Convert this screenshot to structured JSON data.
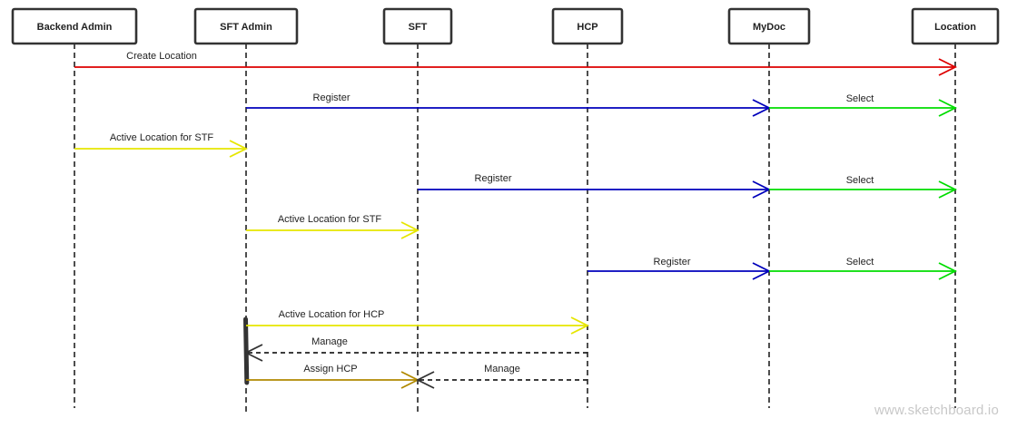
{
  "diagram": {
    "actors": [
      {
        "id": "backend_admin",
        "label": "Backend Admin"
      },
      {
        "id": "sft_admin",
        "label": "SFT Admin"
      },
      {
        "id": "sft",
        "label": "SFT"
      },
      {
        "id": "hcp",
        "label": "HCP"
      },
      {
        "id": "mydoc",
        "label": "MyDoc"
      },
      {
        "id": "location",
        "label": "Location"
      }
    ],
    "messages": [
      {
        "from": "backend_admin",
        "to": "location",
        "label": "Create Location",
        "style": "solid",
        "color": "#dd0000"
      },
      {
        "from": "sft_admin",
        "to": "mydoc",
        "label": "Register",
        "style": "solid",
        "color": "#0000bb"
      },
      {
        "from": "mydoc",
        "to": "location",
        "label": "Select",
        "style": "solid",
        "color": "#00dd00"
      },
      {
        "from": "backend_admin",
        "to": "sft_admin",
        "label": "Active Location for STF",
        "style": "solid",
        "color": "#e6e600"
      },
      {
        "from": "sft",
        "to": "mydoc",
        "label": "Register",
        "style": "solid",
        "color": "#0000bb"
      },
      {
        "from": "mydoc",
        "to": "location",
        "label": "Select",
        "style": "solid",
        "color": "#00dd00"
      },
      {
        "from": "sft_admin",
        "to": "sft",
        "label": "Active Location for STF",
        "style": "solid",
        "color": "#e6e600"
      },
      {
        "from": "hcp",
        "to": "mydoc",
        "label": "Register",
        "style": "solid",
        "color": "#0000bb"
      },
      {
        "from": "mydoc",
        "to": "location",
        "label": "Select",
        "style": "solid",
        "color": "#00dd00"
      },
      {
        "from": "sft_admin",
        "to": "hcp",
        "label": "Active Location for HCP",
        "style": "solid",
        "color": "#e6e600"
      },
      {
        "from": "hcp",
        "to": "sft_admin",
        "label": "Manage",
        "style": "dashed",
        "color": "#222222"
      },
      {
        "from": "sft_admin",
        "to": "sft",
        "label": "Assign HCP",
        "style": "solid",
        "color": "#b08800"
      },
      {
        "from": "hcp",
        "to": "sft",
        "label": "Manage",
        "style": "dashed",
        "color": "#222222"
      }
    ],
    "activation": {
      "actor": "sft_admin"
    }
  },
  "watermark": "www.sketchboard.io"
}
